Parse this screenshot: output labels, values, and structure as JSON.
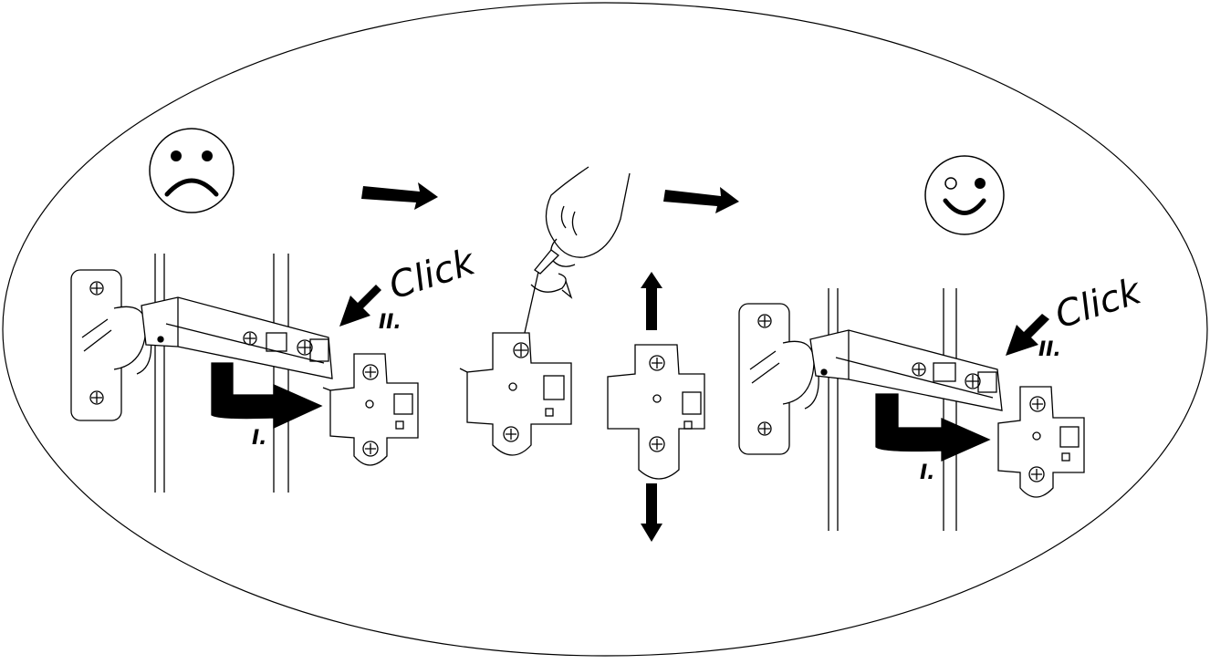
{
  "labels": {
    "click_left": "Click",
    "click_right": "Click",
    "step_two_left": "II.",
    "step_one_left": "I.",
    "step_two_right": "II.",
    "step_one_right": "I."
  },
  "faces": {
    "before": "sad-face",
    "after": "happy-face"
  },
  "colors": {
    "ink": "#000000",
    "background": "#ffffff"
  }
}
